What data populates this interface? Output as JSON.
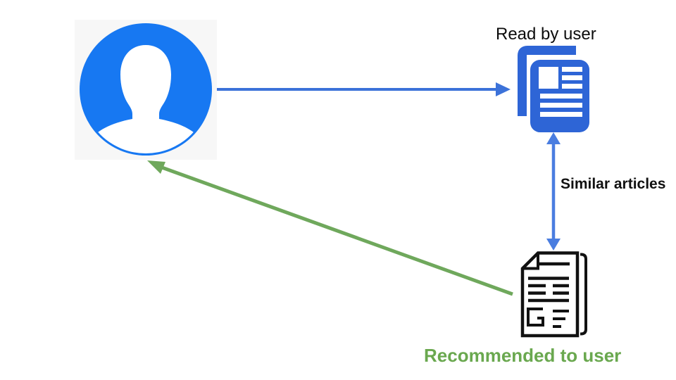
{
  "diagram": {
    "type": "flow-diagram",
    "description": "Article recommendation loop: user reads articles, similar articles are found, and one is recommended back to the user",
    "labels": {
      "read_by_user": "Read by user",
      "similar_articles": "Similar articles",
      "recommended_to_user": "Recommended to user"
    },
    "nodes": [
      {
        "id": "user",
        "icon": "user-avatar-icon",
        "label_key": ""
      },
      {
        "id": "articles-read",
        "icon": "articles-stack-icon",
        "label_key": "read_by_user"
      },
      {
        "id": "article-recommended",
        "icon": "document-outline-icon",
        "label_key": "recommended_to_user"
      }
    ],
    "edges": [
      {
        "from": "user",
        "to": "articles-read",
        "direction": "one-way",
        "color": "#3C72D9",
        "label_key": ""
      },
      {
        "from": "articles-read",
        "to": "article-recommended",
        "direction": "two-way",
        "color": "#4A7DE0",
        "label_key": "similar_articles"
      },
      {
        "from": "article-recommended",
        "to": "user",
        "direction": "one-way",
        "color": "#6FA85C",
        "label_key": ""
      }
    ],
    "colors": {
      "background": "#FFFFFF",
      "avatar_circle": "#1778F2",
      "avatar_silhouette": "#FFFFFF",
      "avatar_box_bg": "#F7F7F7",
      "articles_icon_blue": "#2E65D6",
      "horizontal_arrow_blue": "#3C72D9",
      "double_arrow_blue": "#4A7DE0",
      "green_arrow": "#6FA85C",
      "green_text": "#6AA84F",
      "black_text": "#111111",
      "document_outline": "#111111"
    }
  }
}
